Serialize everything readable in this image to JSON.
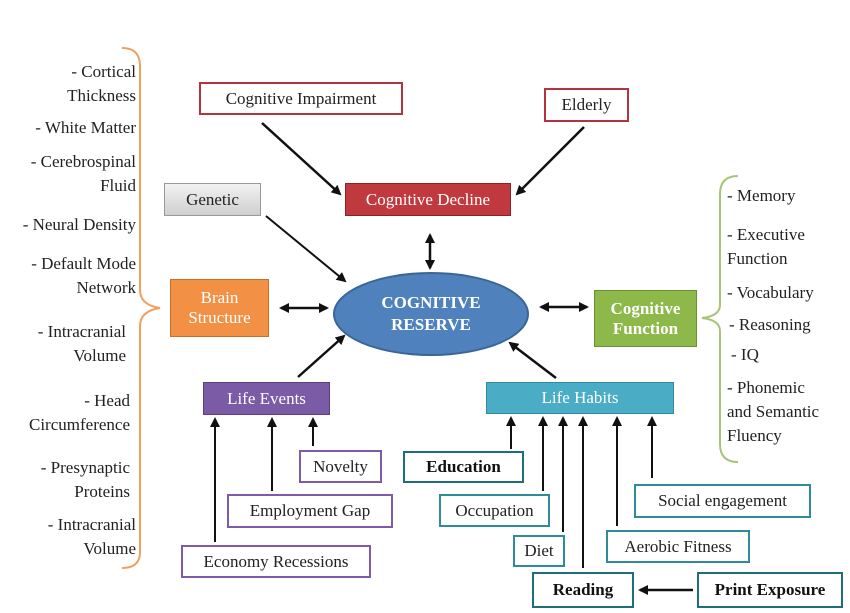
{
  "center": {
    "line1": "COGNITIVE",
    "line2": "RESERVE"
  },
  "nodes": {
    "cognitive_impairment": "Cognitive Impairment",
    "elderly": "Elderly",
    "cognitive_decline": "Cognitive Decline",
    "genetic": "Genetic",
    "brain_structure": {
      "line1": "Brain",
      "line2": "Structure"
    },
    "cognitive_function": {
      "line1": "Cognitive",
      "line2": "Function"
    },
    "life_events": "Life Events",
    "life_habits": "Life Habits"
  },
  "life_events_items": {
    "novelty": "Novelty",
    "employment_gap": "Employment Gap",
    "economy_recessions": "Economy Recessions"
  },
  "life_habits_items": {
    "education": "Education",
    "occupation": "Occupation",
    "diet": "Diet",
    "reading": "Reading",
    "print_exposure": "Print Exposure",
    "social_engagement": "Social engagement",
    "aerobic_fitness": "Aerobic Fitness"
  },
  "brain_structure_list": [
    {
      "line1": "- Cortical",
      "line2": "Thickness"
    },
    {
      "line1": "- White Matter",
      "line2": ""
    },
    {
      "line1": "- Cerebrospinal",
      "line2": "Fluid"
    },
    {
      "line1": "- Neural Density",
      "line2": ""
    },
    {
      "line1": "- Default Mode",
      "line2": "Network"
    },
    {
      "line1": "- Intracranial",
      "line2": "Volume"
    },
    {
      "line1": "- Head",
      "line2": "Circumference"
    },
    {
      "line1": "- Presynaptic",
      "line2": "Proteins"
    },
    {
      "line1": "- Intracranial",
      "line2": "Volume"
    }
  ],
  "cognitive_function_list": [
    {
      "line1": "- Memory",
      "line2": ""
    },
    {
      "line1": "- Executive",
      "line2": "Function"
    },
    {
      "line1": "- Vocabulary",
      "line2": ""
    },
    {
      "line1": "- Reasoning",
      "line2": ""
    },
    {
      "line1": "- IQ",
      "line2": ""
    },
    {
      "line1": "- Phonemic",
      "line2": "and Semantic"
    },
    {
      "line1": "",
      "line2": "Fluency"
    }
  ],
  "colors": {
    "center": "#4f81bd",
    "decline": "#c0393f",
    "brain": "#f29146",
    "function": "#8db94a",
    "events": "#7b5aa6",
    "habits": "#4bacc6",
    "left_brace": "#f0a060",
    "right_brace": "#a7c47a"
  }
}
